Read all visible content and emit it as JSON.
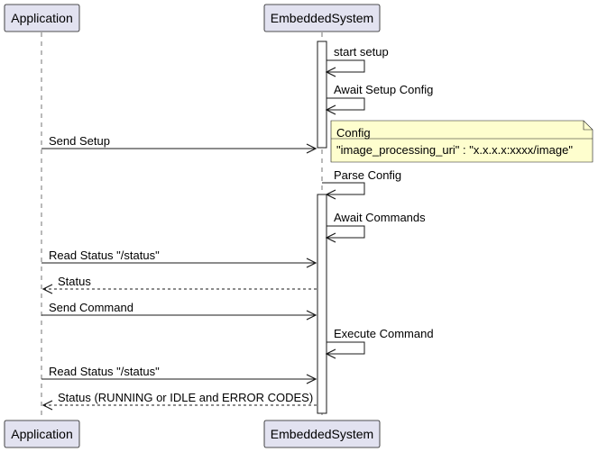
{
  "participants": {
    "application": "Application",
    "embedded_system": "EmbeddedSystem"
  },
  "messages": {
    "start_setup": "start setup",
    "await_setup_config": "Await Setup Config",
    "send_setup": "Send Setup",
    "parse_config": "Parse Config",
    "await_commands": "Await Commands",
    "read_status_1": "Read Status \"/status\"",
    "status_1": "Status",
    "send_command": "Send Command",
    "execute_command": "Execute Command",
    "read_status_2": "Read Status \"/status\"",
    "status_2": "Status (RUNNING or IDLE and ERROR CODES)"
  },
  "note": {
    "title": "Config",
    "body": "\"image_processing_uri\" : \"x.x.x.x:xxxx/image\""
  },
  "colors": {
    "participant_fill": "#e2e2f0",
    "note_fill": "#fefece",
    "line": "#181818"
  }
}
